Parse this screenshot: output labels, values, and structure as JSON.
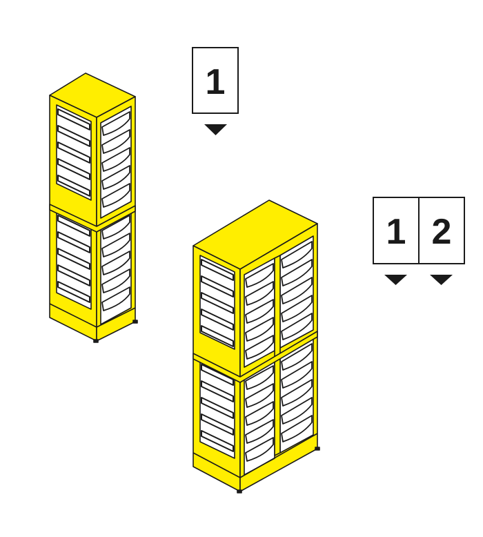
{
  "labels": {
    "single_unit_number": "1",
    "double_unit_numbers": [
      "1",
      "2"
    ]
  },
  "colors": {
    "frame_yellow": "#ffee00",
    "outline": "#1a1a1a",
    "tray_white": "#ffffff",
    "background": "#ffffff"
  },
  "shelving": {
    "single_tower": {
      "columns": 1,
      "stacked_units": 2,
      "trays_per_unit": 5
    },
    "double_tower": {
      "columns": 2,
      "stacked_units": 2,
      "trays_per_unit": 5
    }
  },
  "icons": [
    "down-arrow-icon"
  ]
}
